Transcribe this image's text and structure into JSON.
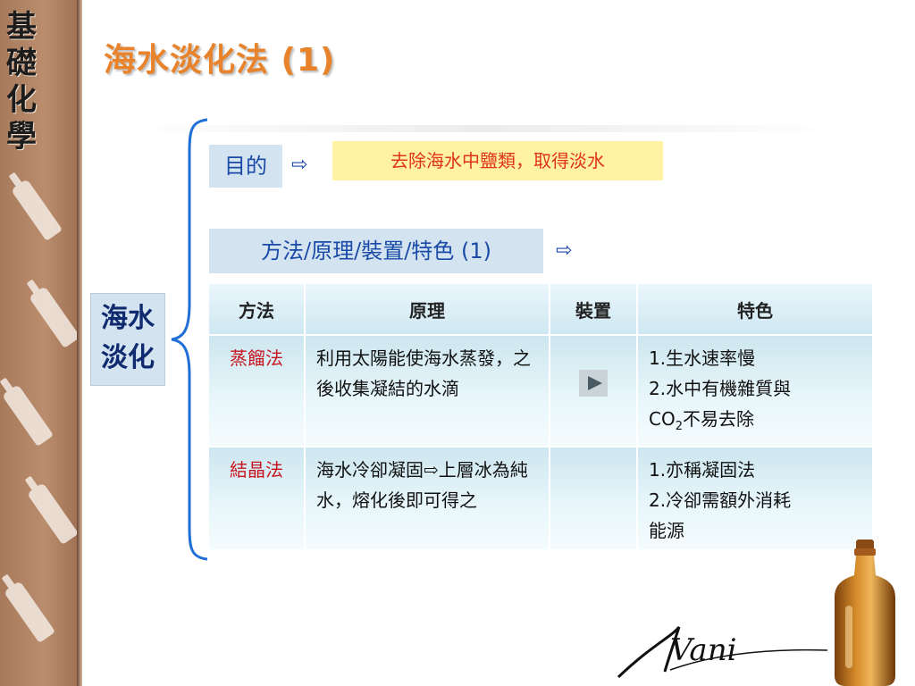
{
  "sidebar": {
    "vertical_title": "基礎化學"
  },
  "header": {
    "title": "海水淡化法 (1)"
  },
  "topic": {
    "label": "海水淡化"
  },
  "purpose": {
    "label": "目的",
    "arrow": "⇨",
    "text": "去除海水中鹽類，取得淡水"
  },
  "methods_section": {
    "label": "方法/原理/裝置/特色",
    "suffix": "(1)",
    "arrow": "⇨"
  },
  "table": {
    "headers": [
      "方法",
      "原理",
      "裝置",
      "特色"
    ],
    "rows": [
      {
        "method": "蒸餾法",
        "principle": "利用太陽能使海水蒸發，之後收集凝結的水滴",
        "device_icon": "play-icon",
        "features": [
          {
            "num": "1.",
            "text": "生水速率慢"
          },
          {
            "num": "2.",
            "text": "水中有機雜質與"
          },
          {
            "num": "",
            "pre": "CO",
            "sub": "2",
            "text": "不易去除"
          }
        ]
      },
      {
        "method": "結晶法",
        "principle": "海水冷卻凝固⇨上層冰為純水，熔化後即可得之",
        "features": [
          {
            "num": "1.",
            "text": "亦稱凝固法"
          },
          {
            "num": "2.",
            "text": "冷卻需額外消耗"
          },
          {
            "num": "",
            "text": "能源"
          }
        ]
      }
    ]
  },
  "logo": {
    "text": "Vani"
  },
  "colors": {
    "title": "#e8832b",
    "label_bg": "#d3e4f0",
    "label_text": "#1a4aa8",
    "purpose_bg": "#fff2a2",
    "purpose_text": "#e0341a",
    "method_name": "#c8141e",
    "sidebar": "#b98d6d"
  }
}
